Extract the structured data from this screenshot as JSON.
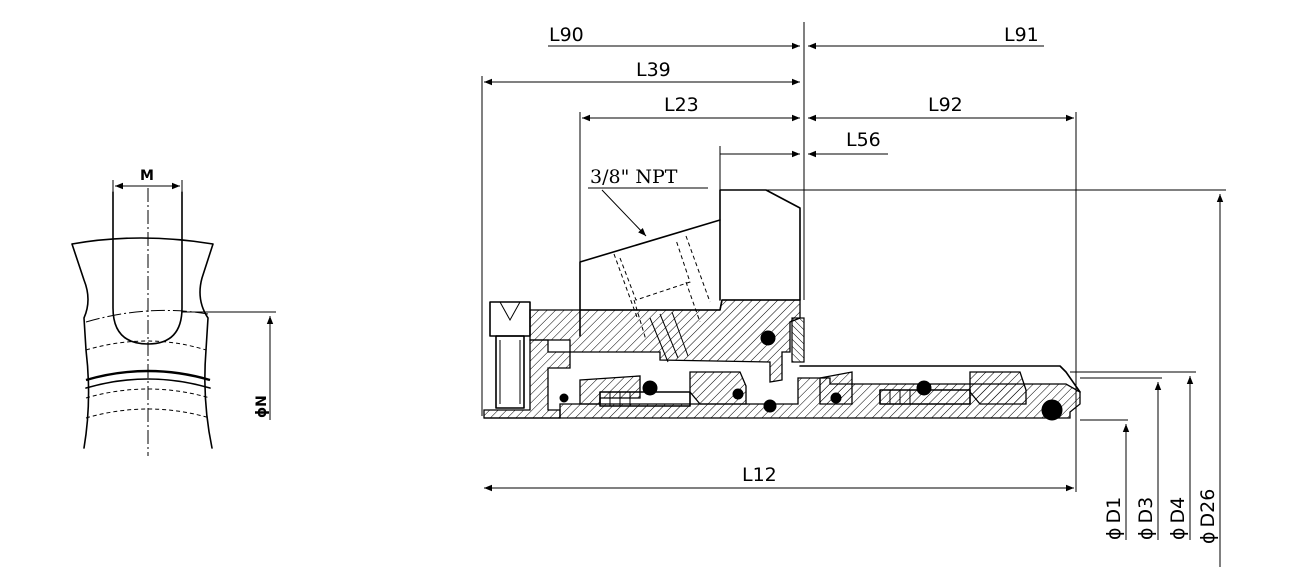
{
  "detail_view": {
    "width_label": "M",
    "diameter_label": "ϕN"
  },
  "section_view": {
    "dimensions": {
      "l90": "L90",
      "l91": "L91",
      "l39": "L39",
      "l23": "L23",
      "l92": "L92",
      "l56": "L56",
      "l12": "L12"
    },
    "port_note": "3/8\" NPT",
    "diameters": {
      "d1": "D1",
      "d3": "D3",
      "d4": "D4",
      "d26": "D26",
      "diameter_symbol": "ϕ"
    }
  }
}
